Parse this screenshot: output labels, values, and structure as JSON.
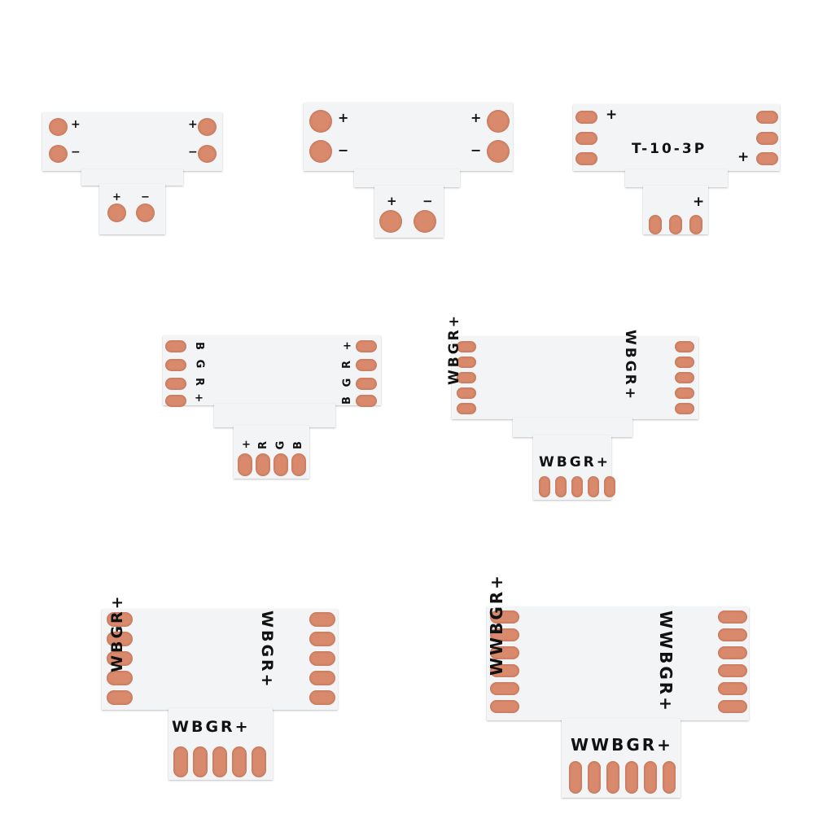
{
  "colors": {
    "board": "#f3f4f5",
    "copper": "#d98a6c",
    "ink": "#111111"
  },
  "connectors": [
    {
      "name": "2-pin-8mm",
      "labels": [
        "+",
        "−",
        "+",
        "−",
        "+",
        "−"
      ]
    },
    {
      "name": "2-pin-10mm",
      "labels": [
        "+",
        "−",
        "+",
        "−",
        "+",
        "−"
      ]
    },
    {
      "name": "3-pin",
      "labels": [
        "+",
        "T-10-3P",
        "+",
        "+"
      ]
    },
    {
      "name": "4-pin-rgb",
      "labels": [
        "B",
        "G",
        "R",
        "+",
        "+",
        "R",
        "G",
        "B",
        "+",
        "R",
        "G",
        "B"
      ]
    },
    {
      "name": "5-pin-rgbw-small",
      "labels": [
        "WBGR+",
        "WBGR+",
        "WBGR+"
      ]
    },
    {
      "name": "5-pin-rgbw-large",
      "labels": [
        "WBGR+",
        "WBGR+",
        "WBGR+"
      ]
    },
    {
      "name": "6-pin-rgbww",
      "labels": [
        "WWBGR+",
        "WWBGR+",
        "WWBGR+"
      ]
    }
  ]
}
